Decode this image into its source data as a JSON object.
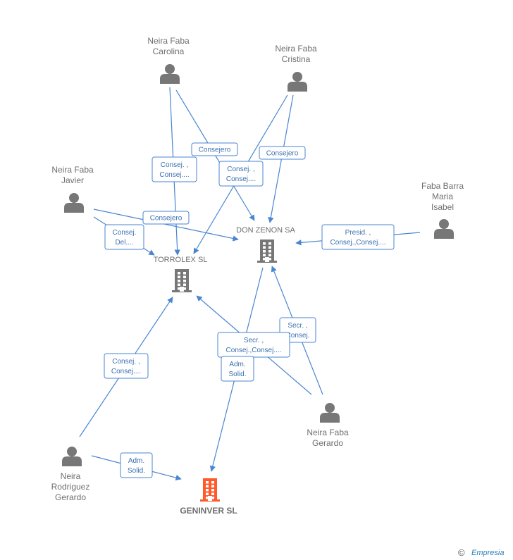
{
  "colors": {
    "edge": "#4a86d0",
    "person_icon": "#777777",
    "company_icon": "#777777",
    "main_company_icon": "#ff5a2c",
    "label_border": "#4a86d0"
  },
  "persons": [
    {
      "id": "carolina",
      "lines": [
        "Neira Faba",
        "Carolina"
      ]
    },
    {
      "id": "cristina",
      "lines": [
        "Neira Faba",
        "Cristina"
      ]
    },
    {
      "id": "javier",
      "lines": [
        "Neira Faba",
        "Javier"
      ]
    },
    {
      "id": "maria",
      "lines": [
        "Faba Barra",
        "Maria",
        "Isabel"
      ]
    },
    {
      "id": "gerardo",
      "lines": [
        "Neira Faba",
        "Gerardo"
      ]
    },
    {
      "id": "rodriguez",
      "lines": [
        "Neira",
        "Rodriguez",
        "Gerardo"
      ]
    }
  ],
  "companies": [
    {
      "id": "donzenon",
      "name": "DON ZENON SA",
      "main": false
    },
    {
      "id": "torrolex",
      "name": "TORROLEX SL",
      "main": false
    },
    {
      "id": "geninver",
      "name": "GENINVER SL",
      "main": true
    }
  ],
  "edge_labels": [
    {
      "id": "e_carolina_torrolex",
      "lines": [
        "Consej. ,",
        "Consej...."
      ]
    },
    {
      "id": "e_carolina_donzenon",
      "lines": [
        "Consejero"
      ]
    },
    {
      "id": "e_cristina_torrolex",
      "lines": [
        "Consej. ,",
        "Consej...."
      ]
    },
    {
      "id": "e_cristina_donzenon",
      "lines": [
        "Consejero"
      ]
    },
    {
      "id": "e_javier_donzenon",
      "lines": [
        "Consejero"
      ]
    },
    {
      "id": "e_javier_torrolex",
      "lines": [
        "Consej.",
        "Del...."
      ]
    },
    {
      "id": "e_maria_donzenon",
      "lines": [
        "Presid. ,",
        "Consej.,Consej...."
      ]
    },
    {
      "id": "e_gerardo_donzenon",
      "lines": [
        "Secr. ,",
        "Consej."
      ]
    },
    {
      "id": "e_gerardo_torrolex",
      "lines": [
        "Secr. ,",
        "Consej.,Consej...."
      ]
    },
    {
      "id": "e_donzenon_geninver",
      "lines": [
        "Adm.",
        "Solid."
      ]
    },
    {
      "id": "e_rodriguez_torrolex",
      "lines": [
        "Consej. ,",
        "Consej...."
      ]
    },
    {
      "id": "e_rodriguez_geninver",
      "lines": [
        "Adm.",
        "Solid."
      ]
    }
  ],
  "footer": {
    "copyright_symbol": "©",
    "brand": "Empresia"
  }
}
